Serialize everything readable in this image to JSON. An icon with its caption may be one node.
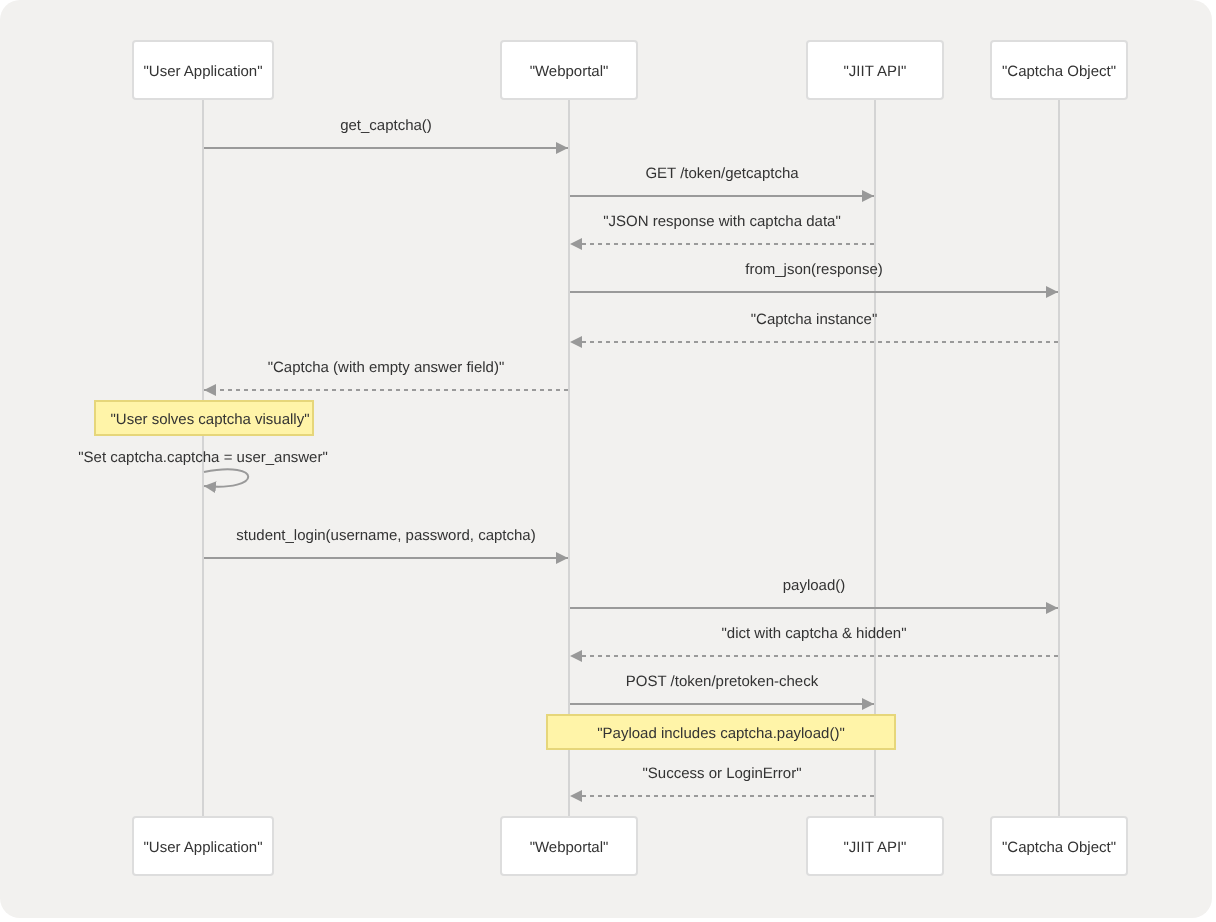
{
  "diagram": {
    "nodes": [
      {
        "text": [
          "\"User Application\""
        ]
      },
      {
        "text": [
          "\"Webportal\""
        ]
      },
      {
        "text": [
          "\"JIIT API\""
        ]
      },
      {
        "text": [
          "\"Captcha Object\""
        ]
      },
      {
        "text": [],
        "shape": "line"
      },
      {
        "text": [],
        "shape": "line"
      },
      {
        "text": [],
        "shape": "line"
      },
      {
        "text": [],
        "shape": "line"
      },
      {
        "text": [
          "\"User Application\""
        ]
      },
      {
        "text": [
          "\"Webportal\""
        ]
      },
      {
        "text": [
          "\"JIIT API\""
        ]
      },
      {
        "text": [
          "\"Captcha Object\""
        ]
      },
      {
        "text": [
          "\"User solves captcha visually\""
        ]
      },
      {
        "text": [
          "\"Payload includes captcha.payload()\""
        ]
      }
    ],
    "edges": [
      {
        "from": 4,
        "to": 5,
        "arrow": "to",
        "label": "get_captcha()"
      },
      {
        "from": 5,
        "to": 6,
        "arrow": "to",
        "label": "GET /token/getcaptcha"
      },
      {
        "from": 6,
        "to": 5,
        "arrow": "to",
        "label": "\"JSON response with captcha data\"",
        "style": "dashed"
      },
      {
        "from": 5,
        "to": 7,
        "arrow": "to",
        "label": "from_json(response)"
      },
      {
        "from": 7,
        "to": 5,
        "arrow": "to",
        "label": "\"Captcha instance\"",
        "style": "dashed"
      },
      {
        "from": 5,
        "to": 4,
        "arrow": "to",
        "label": "\"Captcha (with empty answer field)\"",
        "style": "dashed"
      },
      {
        "from": 4,
        "to": 4,
        "arrow": "to",
        "label": "\"Set captcha.captcha = user_answer\""
      },
      {
        "from": 4,
        "to": 5,
        "arrow": "to",
        "label": "student_login(username, password, captcha)"
      },
      {
        "from": 5,
        "to": 7,
        "arrow": "to",
        "label": "payload()"
      },
      {
        "from": 7,
        "to": 5,
        "arrow": "to",
        "label": "\"dict with captcha & hidden\"",
        "style": "dashed"
      },
      {
        "from": 5,
        "to": 6,
        "arrow": "to",
        "label": "POST /token/pretoken-check"
      },
      {
        "from": 6,
        "to": 5,
        "arrow": "to",
        "label": "\"Success or LoginError\"",
        "style": "dashed"
      }
    ]
  }
}
